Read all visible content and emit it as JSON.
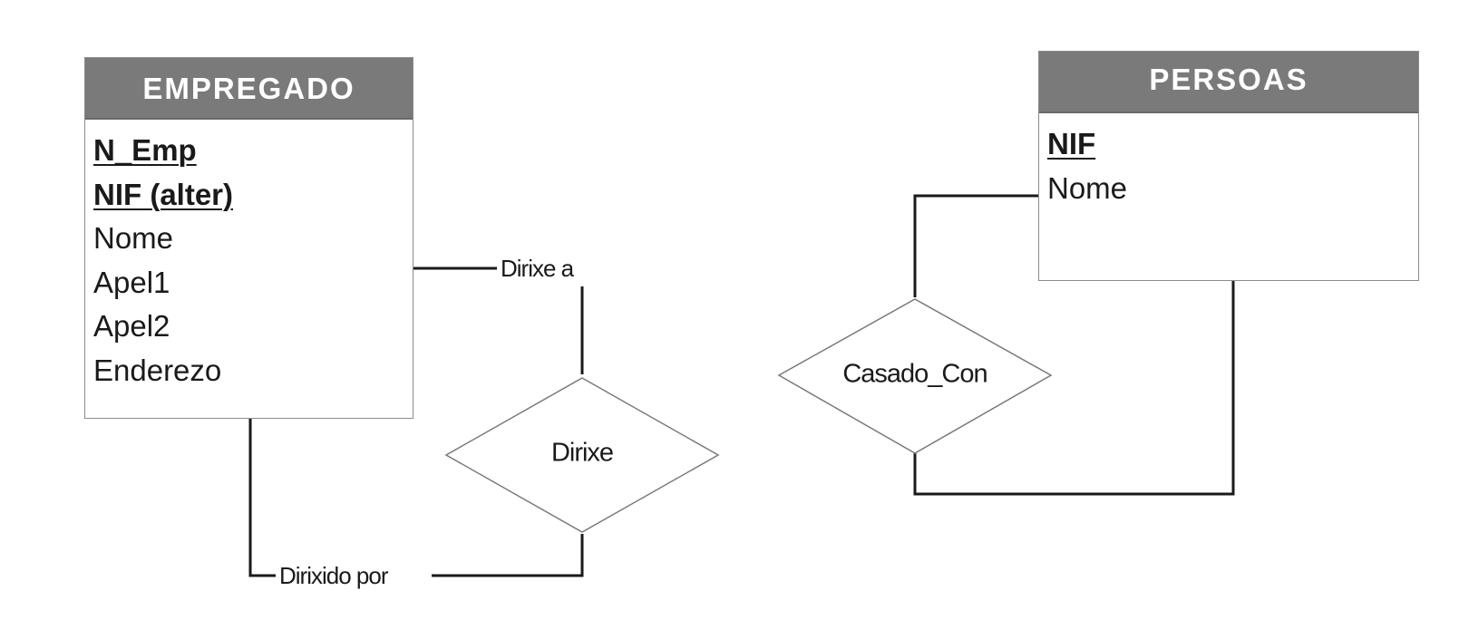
{
  "entities": {
    "empregado": {
      "name": "EMPREGADO",
      "attributes": [
        "N_Emp",
        "NIF (alter)",
        "Nome",
        "Apel1",
        "Apel2",
        "Enderezo"
      ]
    },
    "persoas": {
      "name": "PERSOAS",
      "attributes": [
        "NIF",
        "Nome"
      ]
    }
  },
  "relationships": {
    "dirixe": {
      "name": "Dirixe",
      "role_top": "Dirixe a",
      "role_bottom": "Dirixido por"
    },
    "casado_con": {
      "name": "Casado_Con"
    }
  },
  "colors": {
    "header_bg": "#7a7a7a",
    "header_text": "#ffffff",
    "line": "#1a1a1a",
    "diamond_stroke": "#7a7a7a"
  }
}
